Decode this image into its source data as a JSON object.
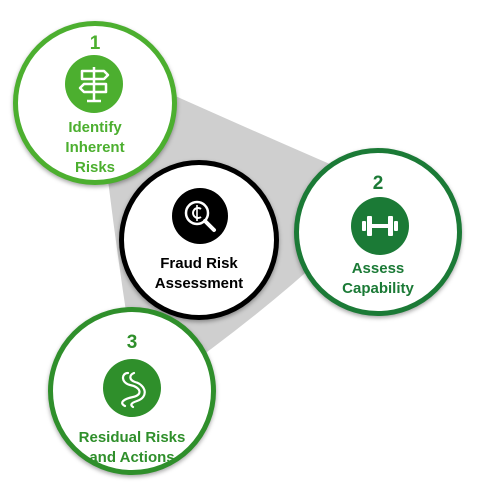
{
  "colors": {
    "step1": "#4caf2f",
    "step2": "#1b7a36",
    "step3": "#2f8f2b",
    "center": "#000000",
    "background_shape": "#cfcfcf"
  },
  "center": {
    "label_line1": "Fraud Risk",
    "label_line2": "Assessment",
    "icon": "magnifier-cent-icon"
  },
  "steps": [
    {
      "number": "1",
      "label_lines": [
        "Identify",
        "Inherent",
        "Risks"
      ],
      "icon": "signpost-icon"
    },
    {
      "number": "2",
      "label_lines": [
        "Assess",
        "Capability"
      ],
      "icon": "dumbbell-icon"
    },
    {
      "number": "3",
      "label_lines": [
        "Residual Risks",
        "and Actions"
      ],
      "icon": "winding-path-icon"
    }
  ]
}
